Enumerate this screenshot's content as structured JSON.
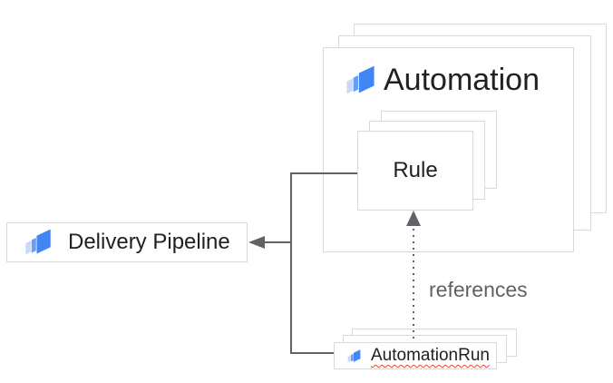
{
  "diagram": {
    "nodes": {
      "automation": {
        "label": "Automation",
        "icon": "cloud-deploy-icon",
        "stack_count": 3
      },
      "rule": {
        "label": "Rule",
        "stack_count": 3
      },
      "delivery_pipeline": {
        "label": "Delivery Pipeline",
        "icon": "cloud-deploy-icon"
      },
      "automation_run": {
        "label": "AutomationRun",
        "icon": "cloud-deploy-icon",
        "stack_count": 3,
        "spellcheck_underline": true
      }
    },
    "edges": {
      "rule_to_automation_run_label": "references"
    },
    "colors": {
      "background": "#ffffff",
      "card_border": "#d9d9d9",
      "connector": "#5f6368",
      "text": "#202124",
      "muted_text": "#616161",
      "icon_blue_dark": "#4285f4",
      "icon_blue_medium": "#669df6",
      "icon_blue_light": "#c6dafc",
      "spellcheck_squiggle": "#e8442d"
    }
  }
}
